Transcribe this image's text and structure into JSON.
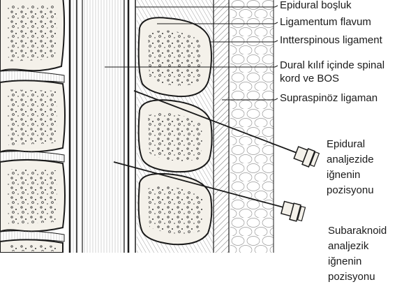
{
  "labels": {
    "epidural_space": "Epidural boşluk",
    "ligamentum_flavum": "Ligamentum flavum",
    "interspinous_ligament": "Intterspinous ligament",
    "dural_sac": [
      "Dural kılıf içinde spinal",
      "kord ve BOS"
    ],
    "supraspinous_ligament": "Supraspinöz ligaman",
    "epidural_needle": [
      "Epidural",
      "analjezide",
      "iğnenin",
      "pozisyonu"
    ],
    "subarachnoid_needle": [
      "Subaraknoid",
      "analjezik",
      "iğnenin",
      "pozisyonu"
    ]
  },
  "colors": {
    "ink": "#1a1a1a",
    "bone_fill": "#f4f1ea",
    "hatch": "#555555",
    "cord_fill": "#f7f7f7"
  }
}
